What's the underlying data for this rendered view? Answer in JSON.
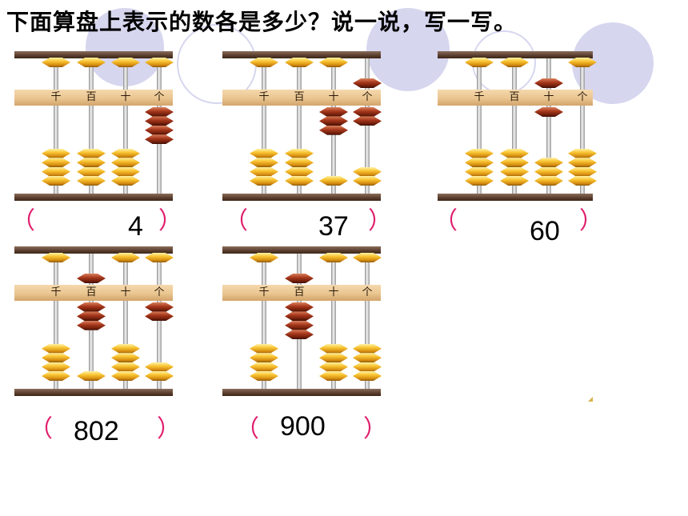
{
  "title": "下面算盘上表示的数各是多少？说一说，写一写。",
  "place_labels": [
    "千",
    "百",
    "十",
    "个"
  ],
  "paren_open": "（",
  "paren_close": "）",
  "colors": {
    "bead": "#f8c230",
    "counted_bead": "#a8381c",
    "frame": "#5a3d2c",
    "beam": "#e9c590",
    "paren": "#e0206e",
    "decor_circle": "#d6d6ef"
  },
  "problems": [
    {
      "answer": "4",
      "digits": [
        0,
        0,
        0,
        4
      ]
    },
    {
      "answer": "37",
      "digits": [
        0,
        0,
        3,
        7
      ]
    },
    {
      "answer": "60",
      "digits": [
        0,
        0,
        6,
        0
      ]
    },
    {
      "answer": "802",
      "digits": [
        0,
        8,
        0,
        2
      ]
    },
    {
      "answer": "900",
      "digits": [
        0,
        9,
        0,
        0
      ]
    }
  ]
}
